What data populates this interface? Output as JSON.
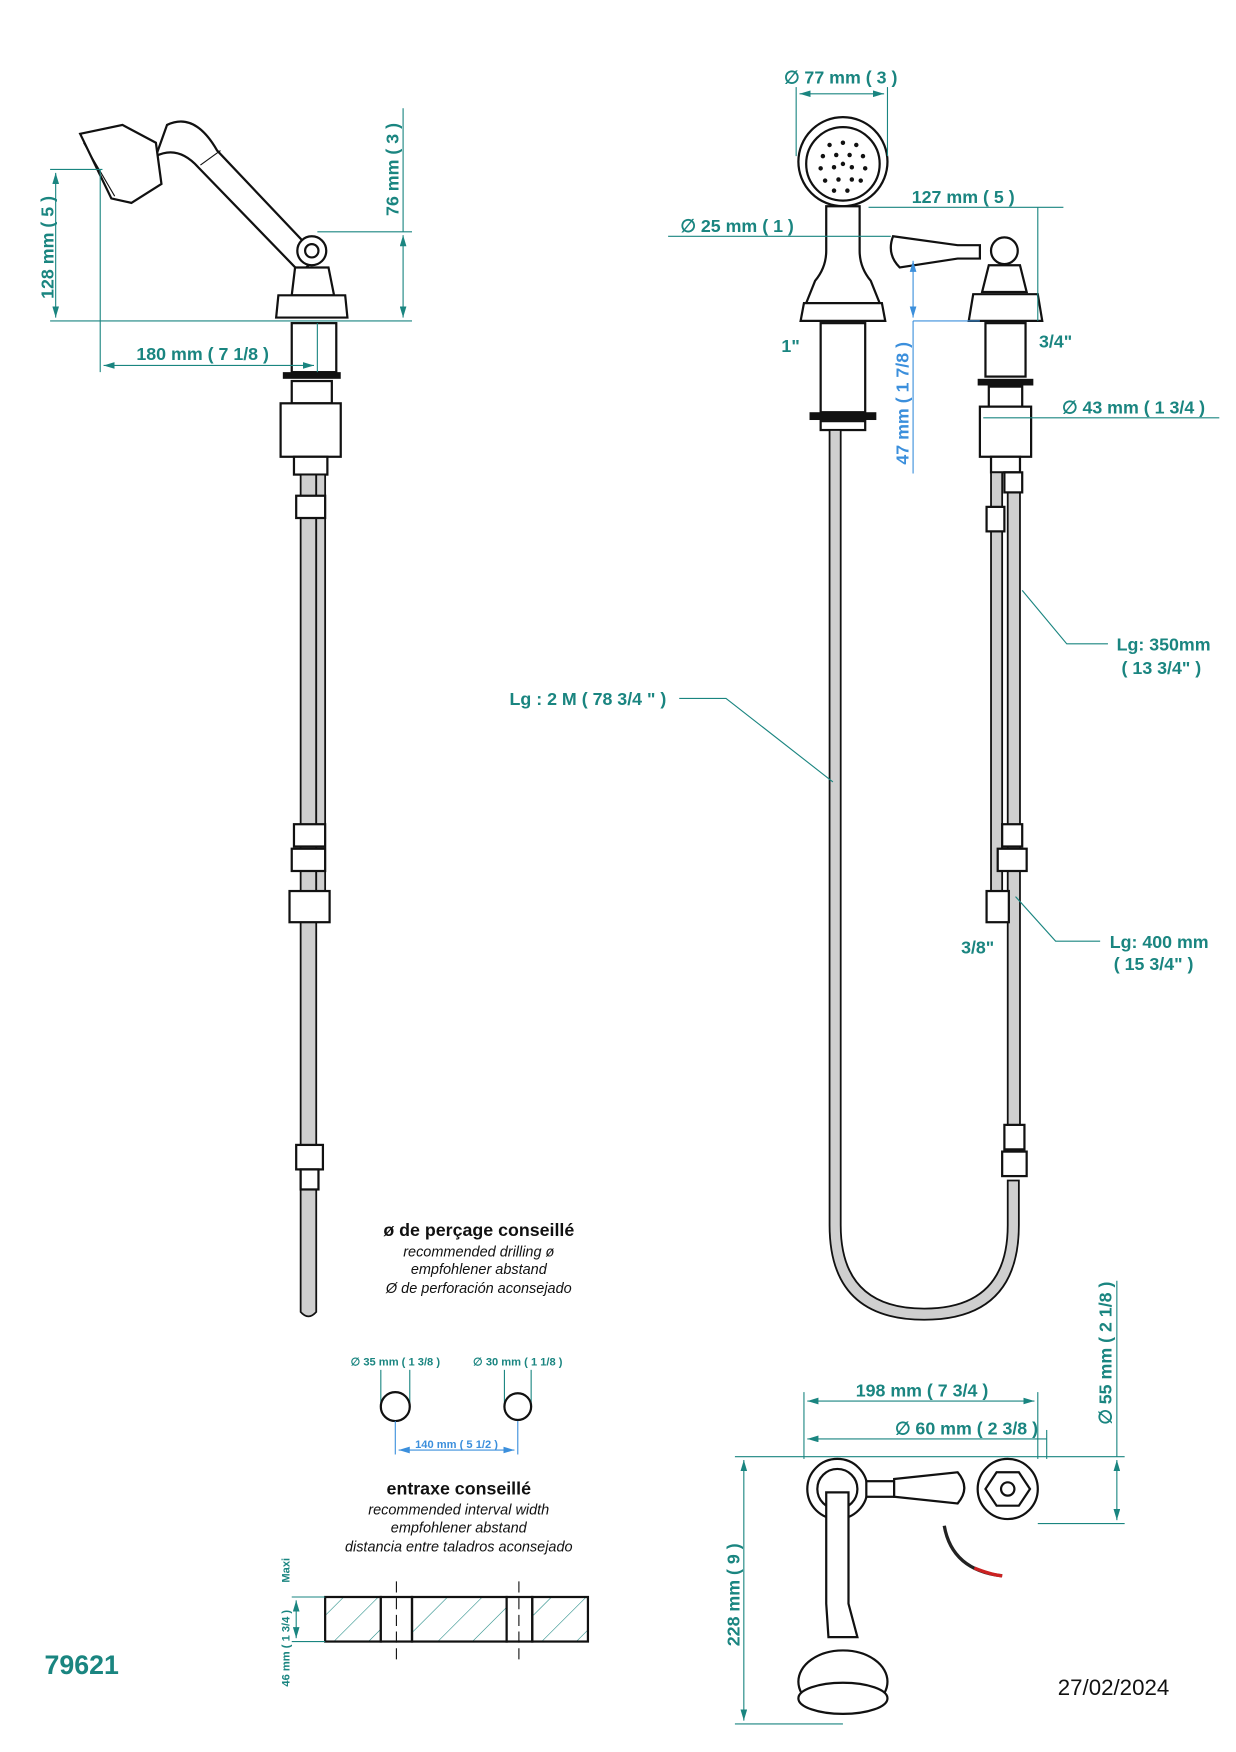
{
  "product_code": "79621",
  "date": "27/02/2024",
  "colors": {
    "dimension": "#1a8580",
    "dimension_blue": "#3b8fdc",
    "line": "#111111"
  },
  "side_view": {
    "height_128": "128 mm ( 5 )",
    "height_76": "76 mm ( 3 )",
    "width_180": "180 mm ( 7 1/8 )"
  },
  "front_view": {
    "head_diameter": "∅ 77 mm ( 3 )",
    "handle_diameter": "∅ 25 mm ( 1 )",
    "lever_length": "127 mm ( 5 )",
    "thread_1": "1\"",
    "thread_3_4": "3/4\"",
    "lever_height": "47 mm ( 1 7/8 )",
    "body_diameter": "∅ 43 mm ( 1 3/4 )",
    "hose_2m": "Lg : 2 M ( 78 3/4 \" )",
    "hose_350_a": "Lg: 350mm",
    "hose_350_b": "( 13 3/4\" )",
    "hose_400_a": "Lg: 400 mm",
    "hose_400_b": "( 15 3/4\" )",
    "thread_3_8": "3/8\""
  },
  "drilling": {
    "title": "ø de perçage conseillé",
    "en": "recommended drilling ø",
    "de": "empfohlener abstand",
    "es": "Ø de perforación aconsejado",
    "hole1": "∅ 35 mm ( 1 3/8 )",
    "hole2": "∅ 30 mm ( 1 1/8 )",
    "spacing": "140 mm ( 5 1/2 )"
  },
  "interval": {
    "title": "entraxe conseillé",
    "en": "recommended interval width",
    "de": "empfohlener abstand",
    "es": "distancia entre taladros aconsejado",
    "thickness": "46 mm ( 1 3/4 )",
    "maxi": "Maxi"
  },
  "top_view": {
    "width_198": "198 mm ( 7 3/4 )",
    "diameter_60": "∅ 60 mm ( 2 3/8 )",
    "diameter_55": "∅ 55 mm ( 2 1/8 )",
    "depth_228": "228 mm ( 9 )"
  }
}
